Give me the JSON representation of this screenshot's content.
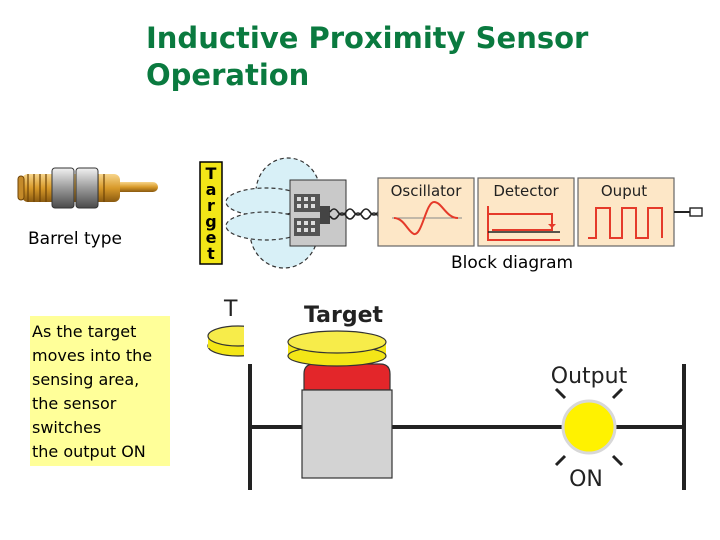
{
  "slide": {
    "title_line1": "Inductive Proximity Sensor",
    "title_line2": "Operation",
    "barrel_caption": "Barrel type",
    "block_caption": "Block diagram",
    "note_lines": [
      "As the target",
      "moves into the",
      "sensing area,",
      "the sensor",
      "switches",
      "the output ON"
    ]
  },
  "block_diagram": {
    "target_letters": [
      "T",
      "a",
      "r",
      "g",
      "e",
      "t"
    ],
    "stages": [
      "Oscillator",
      "Detector",
      "Ouput"
    ]
  },
  "circuit": {
    "target_label": "Target",
    "ghost_label": "T",
    "output_label": "Output",
    "state_label": "ON"
  },
  "colors": {
    "title": "#0a7a3f",
    "note_bg": "#ffff99",
    "target_yellow": "#f3e617",
    "lamp_yellow": "#fff200",
    "sensor_face_red": "#e3262a",
    "block_bg": "#fde7c7",
    "signal_red": "#e53a2a"
  }
}
